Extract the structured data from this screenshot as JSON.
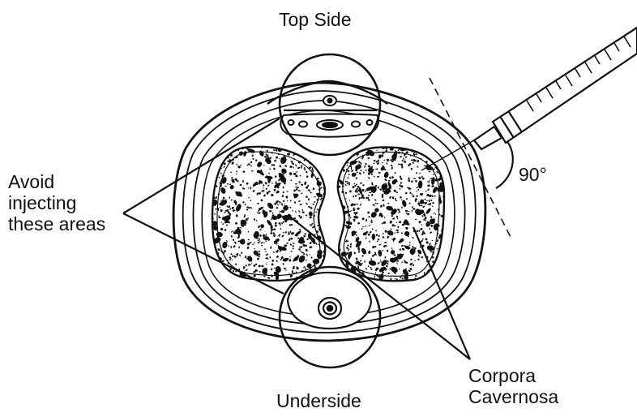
{
  "labels": {
    "top_side": "Top Side",
    "underside": "Underside",
    "avoid": [
      "Avoid",
      "injecting",
      "these areas"
    ],
    "corpora": [
      "Corpora",
      "Cavernosa"
    ],
    "angle": "90°"
  },
  "colors": {
    "ink": "#111111",
    "paper": "#ffffff"
  },
  "icons": {
    "injector": "syringe-icon"
  }
}
